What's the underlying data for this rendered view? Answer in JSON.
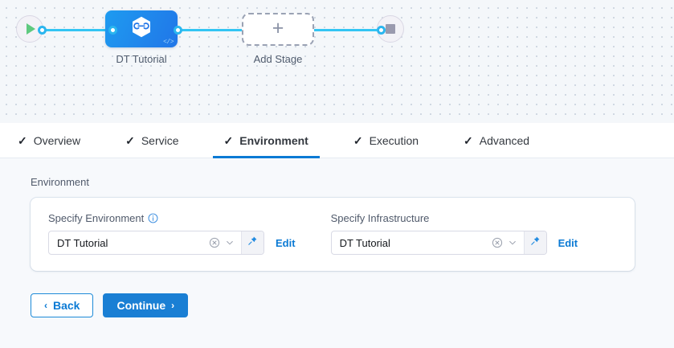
{
  "canvas": {
    "start_node": {
      "icon": "play-icon"
    },
    "end_node": {
      "icon": "stop-icon"
    },
    "stage": {
      "label": "DT Tutorial",
      "icon": "harness-hexagon-icon",
      "code_badge": "</>"
    },
    "add_stage": {
      "label": "Add Stage",
      "icon": "plus-icon"
    }
  },
  "tabs": [
    {
      "label": "Overview",
      "check": "✓",
      "active": false
    },
    {
      "label": "Service",
      "check": "✓",
      "active": false
    },
    {
      "label": "Environment",
      "check": "✓",
      "active": true
    },
    {
      "label": "Execution",
      "check": "✓",
      "active": false
    },
    {
      "label": "Advanced",
      "check": "✓",
      "active": false
    }
  ],
  "section": {
    "title": "Environment"
  },
  "fields": [
    {
      "label": "Specify Environment",
      "has_info": true,
      "value": "DT Tutorial",
      "clear_icon": "clear-circle-icon",
      "chevron_icon": "chevron-down-icon",
      "pin_icon": "pin-icon",
      "edit_label": "Edit"
    },
    {
      "label": "Specify Infrastructure",
      "has_info": false,
      "value": "DT Tutorial",
      "clear_icon": "clear-circle-icon",
      "chevron_icon": "chevron-down-icon",
      "pin_icon": "pin-icon",
      "edit_label": "Edit"
    }
  ],
  "footer": {
    "back_label": "Back",
    "back_chevron": "‹",
    "continue_label": "Continue",
    "continue_chevron": "›"
  },
  "colors": {
    "accent_blue": "#0b7ad4",
    "wire_blue": "#33c5f3",
    "stage_blue": "#2176e8",
    "canvas_bg": "#f4f7fa",
    "content_bg": "#f7f9fc",
    "play_green": "#5fc97f",
    "stop_gray": "#9a9aae"
  }
}
